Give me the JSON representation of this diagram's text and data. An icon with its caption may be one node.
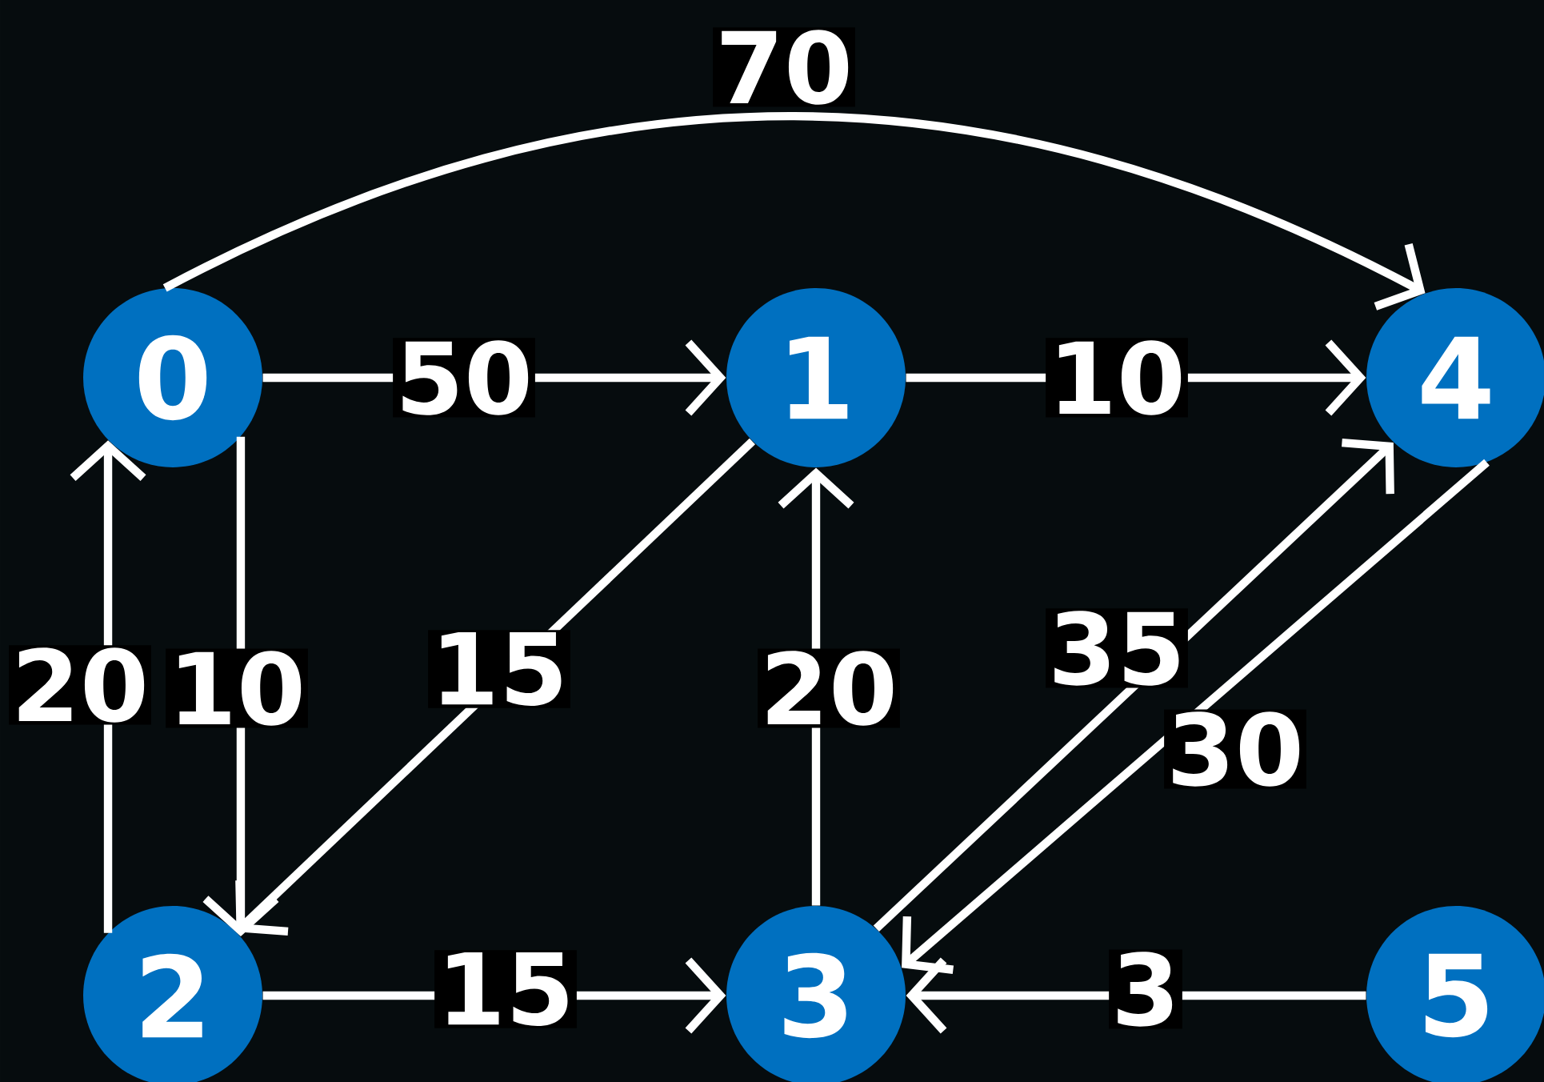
{
  "diagram": {
    "nodes": [
      {
        "text": [
          "0"
        ]
      },
      {
        "text": [
          "1"
        ]
      },
      {
        "text": [
          "4"
        ]
      },
      {
        "text": [
          "2"
        ]
      },
      {
        "text": [
          "3"
        ]
      },
      {
        "text": [
          "5"
        ]
      }
    ],
    "edges": [
      {
        "from": 0,
        "to": 2,
        "arrow": "to",
        "label": "70"
      },
      {
        "from": 0,
        "to": 1,
        "arrow": "to",
        "label": "50"
      },
      {
        "from": 1,
        "to": 2,
        "arrow": "to",
        "label": "10"
      },
      {
        "from": 3,
        "to": 0,
        "arrow": "to",
        "label": "20"
      },
      {
        "from": 0,
        "to": 3,
        "arrow": "to",
        "label": "10"
      },
      {
        "from": 1,
        "to": 3,
        "arrow": "to",
        "label": "15"
      },
      {
        "from": 4,
        "to": 1,
        "arrow": "to",
        "label": "20"
      },
      {
        "from": 4,
        "to": 2,
        "arrow": "to",
        "label": "35"
      },
      {
        "from": 2,
        "to": 4,
        "arrow": "to",
        "label": "30"
      },
      {
        "from": 3,
        "to": 4,
        "arrow": "to",
        "label": "15"
      },
      {
        "from": 5,
        "to": 4,
        "arrow": "to",
        "label": "3"
      }
    ]
  }
}
